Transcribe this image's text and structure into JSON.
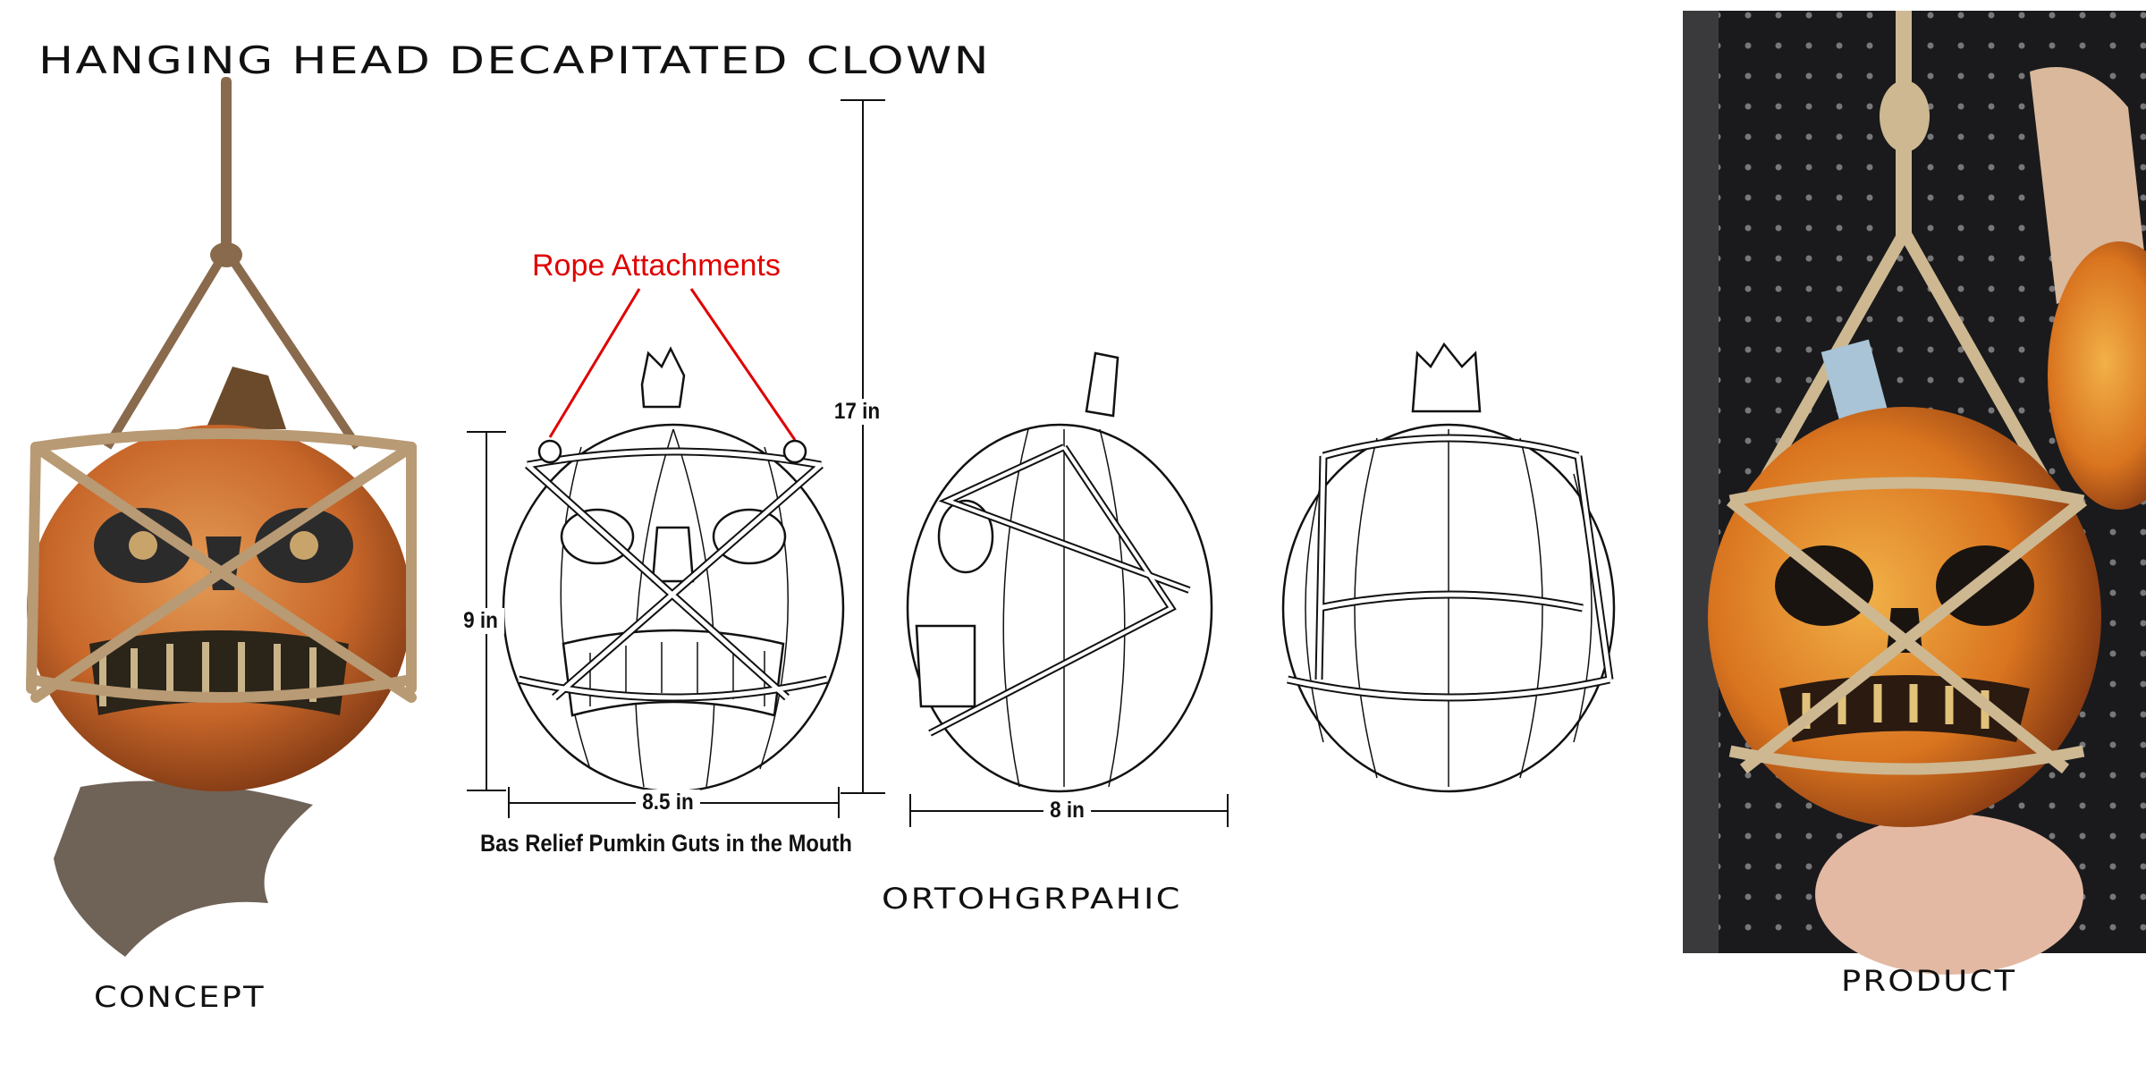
{
  "title": "HANGING HEAD DECAPITATED CLOWN",
  "concept": {
    "label": "CONCEPT"
  },
  "orthographic": {
    "label": "ORTOHGRPAHIC",
    "callout": "Rope Attachments",
    "note": "Bas Relief Pumkin Guts in the Mouth",
    "dimensions": {
      "total_height": "17 in",
      "head_height": "9 in",
      "front_width": "8.5 in",
      "side_width": "8 in"
    }
  },
  "product": {
    "label": "PRODUCT"
  },
  "colors": {
    "callout": "#e00000",
    "pumpkin": "#c8672a",
    "rope": "#b89a74",
    "pegboard": "#1a1a1c"
  }
}
